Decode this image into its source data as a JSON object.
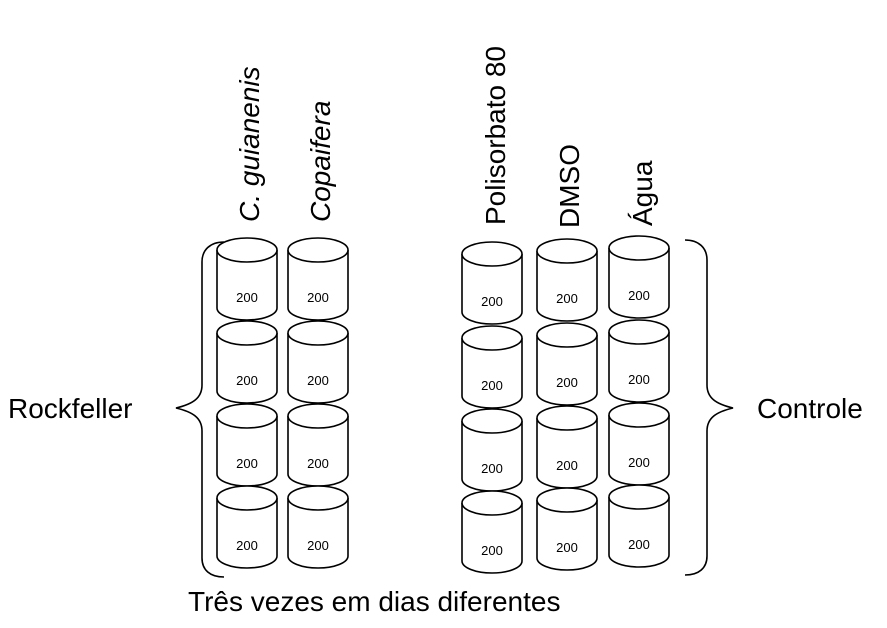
{
  "groups": {
    "rockfeller": {
      "label": "Rockfeller",
      "columns": [
        {
          "label": "C. guianenis",
          "italic": true,
          "wells": [
            "200",
            "200",
            "200",
            "200"
          ]
        },
        {
          "label": "Copaifera",
          "italic": true,
          "wells": [
            "200",
            "200",
            "200",
            "200"
          ]
        }
      ]
    },
    "controle": {
      "label": "Controle",
      "columns": [
        {
          "label": "Polisorbato 80",
          "italic": false,
          "wells": [
            "200",
            "200",
            "200",
            "200"
          ]
        },
        {
          "label": "DMSO",
          "italic": false,
          "wells": [
            "200",
            "200",
            "200",
            "200"
          ]
        },
        {
          "label": "Água",
          "italic": false,
          "wells": [
            "200",
            "200",
            "200",
            "200"
          ]
        }
      ]
    }
  },
  "footer": {
    "text": "Três vezes em dias diferentes"
  },
  "colors": {
    "stroke": "#000000",
    "fill": "#ffffff",
    "text": "#000000"
  }
}
